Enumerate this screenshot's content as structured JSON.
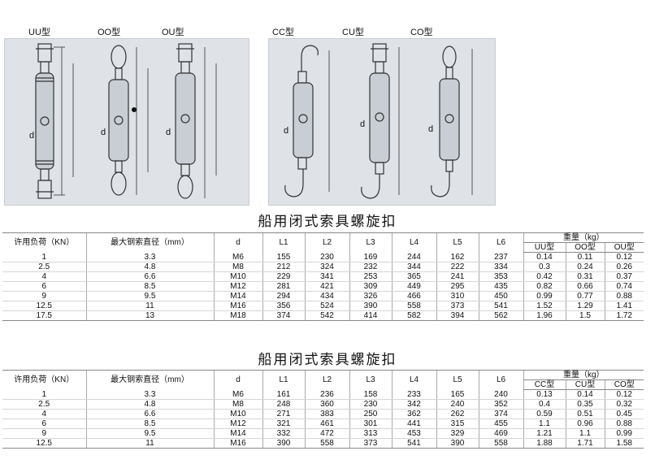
{
  "diagram": {
    "labels": [
      "UU型",
      "OO型",
      "OU型",
      "CC型",
      "CU型",
      "CO型"
    ],
    "dim_label": "d"
  },
  "tables": [
    {
      "title": "船用闭式索具螺旋扣",
      "headers": {
        "load": "许用负荷（KN）",
        "rope": "最大钢索直径（mm）",
        "d": "d",
        "l1": "L1",
        "l2": "L2",
        "l3": "L3",
        "l4": "L4",
        "l5": "L5",
        "l6": "L6",
        "weight": "重量（kg）",
        "w1": "UU型",
        "w2": "OO型",
        "w3": "OU型"
      },
      "rows": [
        [
          "1",
          "3.3",
          "M6",
          "155",
          "230",
          "169",
          "244",
          "162",
          "237",
          "0.14",
          "0.11",
          "0.12"
        ],
        [
          "2.5",
          "4.8",
          "M8",
          "212",
          "324",
          "232",
          "344",
          "222",
          "334",
          "0.3",
          "0.24",
          "0.26"
        ],
        [
          "4",
          "6.6",
          "M10",
          "229",
          "341",
          "253",
          "365",
          "241",
          "353",
          "0.42",
          "0.31",
          "0.37"
        ],
        [
          "6",
          "8.5",
          "M12",
          "281",
          "421",
          "309",
          "449",
          "295",
          "435",
          "0.82",
          "0.66",
          "0.74"
        ],
        [
          "9",
          "9.5",
          "M14",
          "294",
          "434",
          "326",
          "466",
          "310",
          "450",
          "0.99",
          "0.77",
          "0.88"
        ],
        [
          "12.5",
          "11",
          "M16",
          "356",
          "524",
          "390",
          "558",
          "373",
          "541",
          "1.52",
          "1.29",
          "1.41"
        ],
        [
          "17.5",
          "13",
          "M18",
          "374",
          "542",
          "414",
          "582",
          "394",
          "562",
          "1.96",
          "1.5",
          "1.72"
        ]
      ]
    },
    {
      "title": "船用闭式索具螺旋扣",
      "headers": {
        "load": "许用负荷（KN）",
        "rope": "最大钢索直径（mm）",
        "d": "d",
        "l1": "L1",
        "l2": "L2",
        "l3": "L3",
        "l4": "L4",
        "l5": "L5",
        "l6": "L6",
        "weight": "重量（kg）",
        "w1": "CC型",
        "w2": "CU型",
        "w3": "CO型"
      },
      "rows": [
        [
          "1",
          "3.3",
          "M6",
          "161",
          "236",
          "158",
          "233",
          "165",
          "240",
          "0.13",
          "0.14",
          "0.12"
        ],
        [
          "2.5",
          "4.8",
          "M8",
          "248",
          "360",
          "230",
          "342",
          "240",
          "352",
          "0.4",
          "0.35",
          "0.32"
        ],
        [
          "4",
          "6.6",
          "M10",
          "271",
          "383",
          "250",
          "362",
          "262",
          "374",
          "0.59",
          "0.51",
          "0.45"
        ],
        [
          "6",
          "8.5",
          "M12",
          "321",
          "461",
          "301",
          "441",
          "315",
          "455",
          "1.1",
          "0.96",
          "0.88"
        ],
        [
          "9",
          "9.5",
          "M14",
          "332",
          "472",
          "313",
          "453",
          "329",
          "469",
          "1.21",
          "1.1",
          "0.99"
        ],
        [
          "12.5",
          "11",
          "M16",
          "390",
          "558",
          "373",
          "541",
          "390",
          "558",
          "1.88",
          "1.71",
          "1.58"
        ]
      ]
    }
  ]
}
